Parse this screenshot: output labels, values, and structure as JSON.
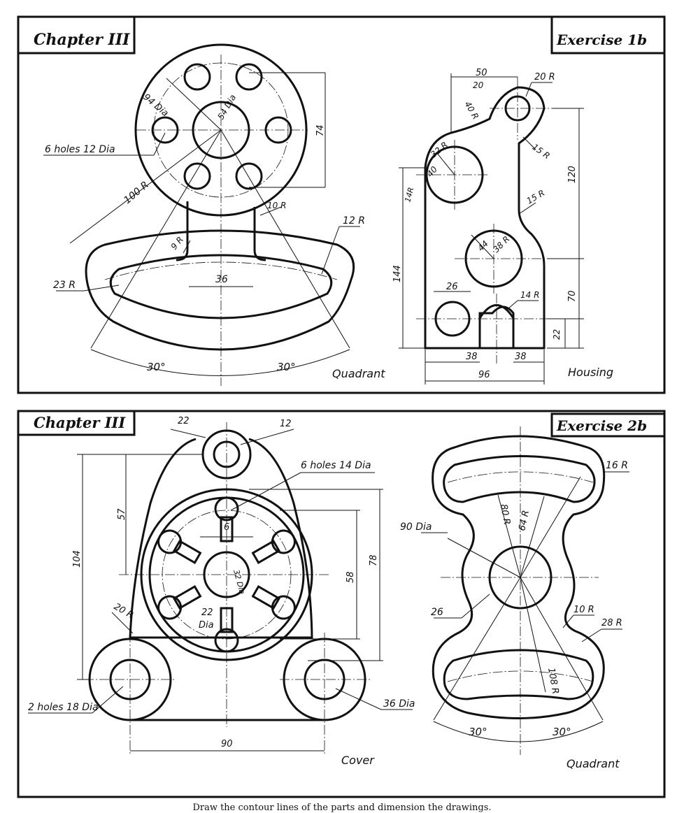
{
  "panels": [
    {
      "chapter": "Chapter III",
      "exercise": "Exercise 1b",
      "left_title": "Quadrant",
      "right_title": "Housing",
      "left_dims": {
        "d94": "94 Dia",
        "d54": "54 Dia",
        "d74": "74",
        "holes": "6 holes 12 Dia",
        "r100": "100 R",
        "r10": "10 R",
        "r12": "12 R",
        "r9": "9 R",
        "r23": "23 R",
        "d36": "36",
        "a30l": "30°",
        "a30r": "30°"
      },
      "right_dims": {
        "d50": "50",
        "r20": "20 R",
        "d20": "20",
        "r40": "40 R",
        "r15a": "15 R",
        "r32": "32 R",
        "d40": "40",
        "d120": "120",
        "r14": "14R",
        "r15b": "15 R",
        "d144": "144",
        "d44": "44",
        "r38": "38 R",
        "d26": "26",
        "r14b": "14 R",
        "d70": "70",
        "d22": "22",
        "d38l": "38",
        "d38r": "38",
        "d96": "96"
      }
    },
    {
      "chapter": "Chapter III",
      "exercise": "Exercise 2b",
      "left_title": "Cover",
      "right_title": "Quadrant",
      "left_dims": {
        "d22": "22",
        "d12": "12",
        "holes": "6 holes 14 Dia",
        "d57": "57",
        "d104": "104",
        "d6": "6",
        "d78": "78",
        "d58": "58",
        "d32": "32 Dia",
        "d22b": "22",
        "dia": "Dia",
        "r20": "20 R",
        "holes18": "2 holes 18 Dia",
        "d36": "36 Dia",
        "d90": "90"
      },
      "right_dims": {
        "r16": "16 R",
        "r80": "80 R",
        "r64": "64 R",
        "d90": "90 Dia",
        "d26": "26",
        "r10": "10 R",
        "r28": "28 R",
        "r108": "108 R",
        "a30l": "30°",
        "a30r": "30°"
      }
    }
  ],
  "caption": "Draw the contour lines of the parts and dimension the drawings."
}
